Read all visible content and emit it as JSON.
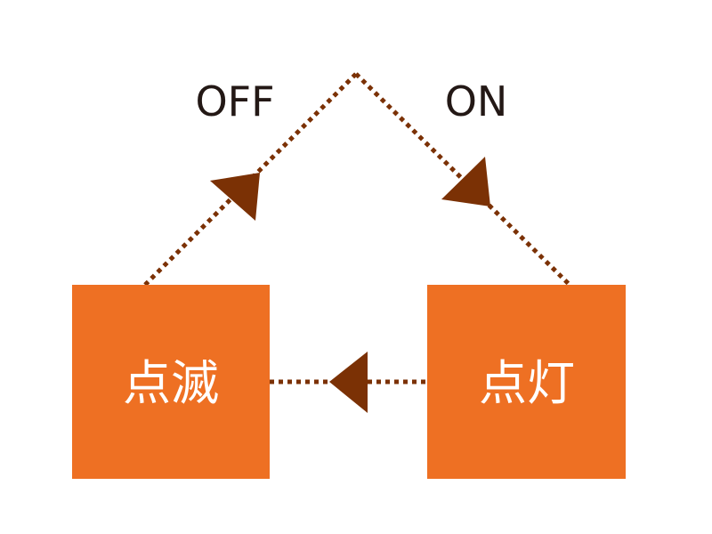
{
  "diagram": {
    "states": {
      "blinking": {
        "label": "点滅"
      },
      "lit": {
        "label": "点灯"
      }
    },
    "transitions": {
      "off": {
        "label": "OFF"
      },
      "on": {
        "label": "ON"
      }
    },
    "colors": {
      "box": "#EE7023",
      "arrow": "#7B3105",
      "label": "#231815",
      "state_text": "#FFFFFF"
    }
  }
}
